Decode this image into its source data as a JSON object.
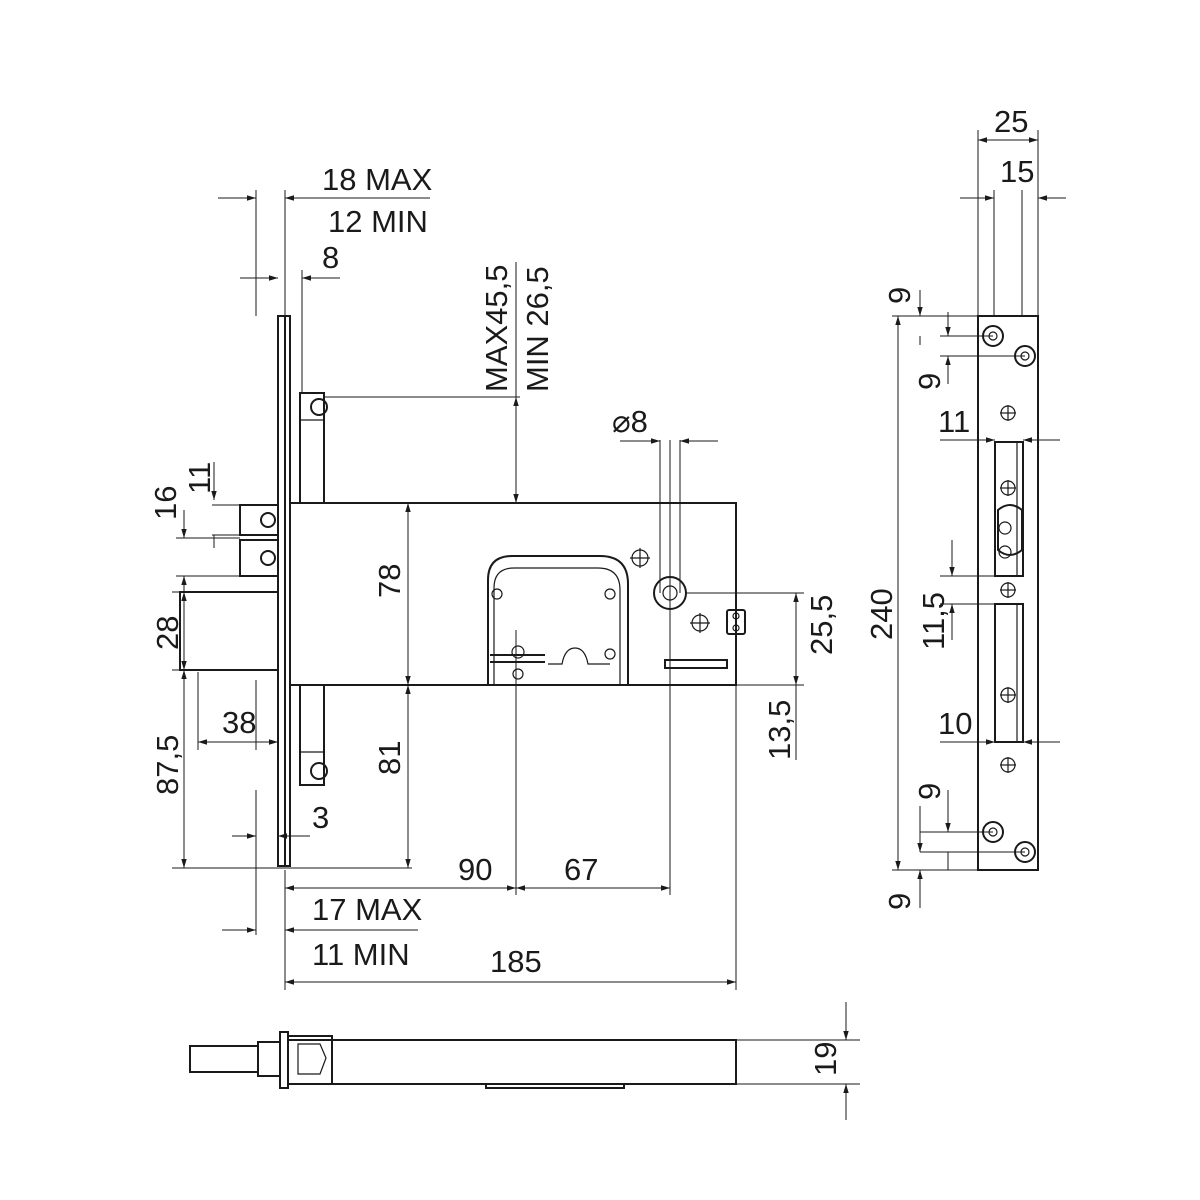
{
  "dimensions": {
    "faceplate_thickness_max": "18 MAX",
    "faceplate_thickness_min": "12 MIN",
    "faceplate_8": "8",
    "rod_max": "MAX45,5",
    "rod_min": "MIN 26,5",
    "hole_diameter": "⌀8",
    "latch_11": "11",
    "latch_16": "16",
    "bolt_28": "28",
    "bolt_38": "38",
    "h_87_5": "87,5",
    "h_78": "78",
    "h_81": "81",
    "offset_3": "3",
    "backset_90": "90",
    "backset_67": "67",
    "front_max": "17 MAX",
    "front_min": "11 MIN",
    "total_185": "185",
    "h_25_5": "25,5",
    "h_13_5": "13,5",
    "strike_25": "25",
    "strike_15": "15",
    "strike_9_top_a": "9",
    "strike_9_top_b": "9",
    "strike_11": "11",
    "strike_240": "240",
    "strike_11_5": "11,5",
    "strike_10": "10",
    "strike_9_bot_a": "9",
    "strike_9_bot_b": "9",
    "bottom_19": "19"
  }
}
